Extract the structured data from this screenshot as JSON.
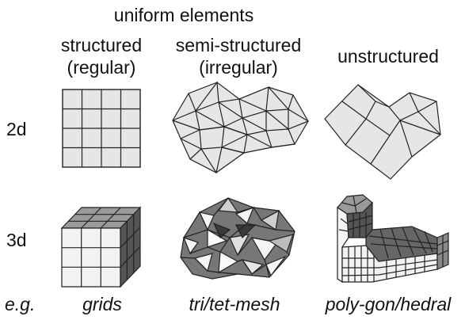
{
  "header": {
    "title": "uniform elements"
  },
  "columns": [
    {
      "line1": "structured",
      "line2": "(regular)"
    },
    {
      "line1": "semi-structured",
      "line2": "(irregular)"
    },
    {
      "line1": "unstructured",
      "line2": ""
    }
  ],
  "rows": [
    {
      "label": "2d"
    },
    {
      "label": "3d"
    }
  ],
  "examples": {
    "prefix": "e.g.",
    "items": [
      "grids",
      "tri/tet-mesh",
      "poly-gon/hedral"
    ]
  },
  "colors": {
    "face_light": "#e6e6e6",
    "face_mid": "#9a9a9a",
    "face_dark": "#555555",
    "face_white": "#f7f7f7",
    "stroke": "#222222"
  }
}
